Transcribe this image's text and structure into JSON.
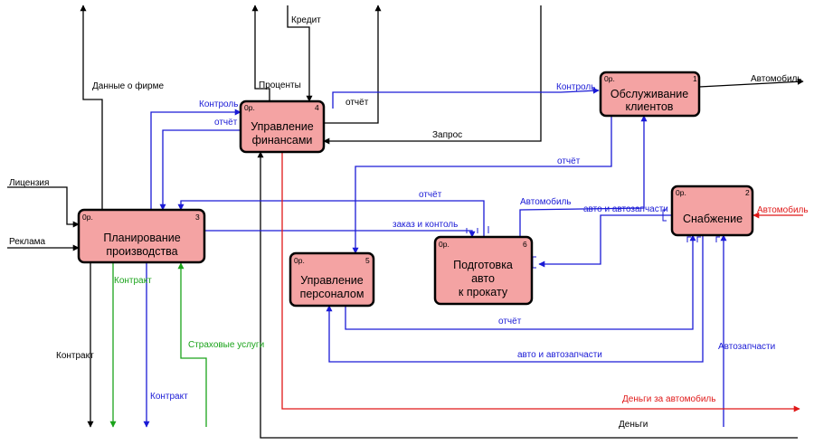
{
  "colors": {
    "box_fill": "#f4a3a3",
    "box_border": "#000000",
    "black": "#000000",
    "blue": "#1a1ad6",
    "green": "#1aa31a",
    "red": "#e01818"
  },
  "boxes": {
    "b1": {
      "title": [
        "Обслуживание",
        "клиентов"
      ],
      "op": "0р.",
      "num": "1"
    },
    "b2": {
      "title": [
        "Снабжение"
      ],
      "op": "0р.",
      "num": "2"
    },
    "b3": {
      "title": [
        "Планирование",
        "производства"
      ],
      "op": "0р.",
      "num": "3"
    },
    "b4": {
      "title": [
        "Управление",
        "финансами"
      ],
      "op": "0р.",
      "num": "4"
    },
    "b5": {
      "title": [
        "Управление",
        "персоналом"
      ],
      "op": "0р.",
      "num": "5"
    },
    "b6": {
      "title": [
        "Подготовка",
        "авто",
        "к прокату"
      ],
      "op": "0р.",
      "num": "6"
    }
  },
  "labels": {
    "dannye_o_firme": "Данные о фирме",
    "kredit": "Кредит",
    "procenty": "Проценты",
    "otchet_top": "отчёт",
    "kontrol_top": "Контроль",
    "avtomobil_out": "Автомобиль",
    "kontrol_fin": "Контроль",
    "otchet_fin": "отчёт",
    "zapros": "Запрос",
    "otchet_mid": "отчёт",
    "licenziya": "Лицензия",
    "reklama": "Реклама",
    "otchet_plan": "отчёт",
    "zakaz_i_kontrol": "заказ и контоль",
    "avtomobil_mid": "Автомобиль",
    "avto_i_zapchasti_top": "авто и автозапчасти",
    "avtomobil_red": "Автомобиль",
    "kontrakt_green": "Контракт",
    "strahovye_uslugi": "Страховые услуги",
    "kontrakt_black": "Контракт",
    "kontrakt_blue": "Контракт",
    "otchet_low": "отчёт",
    "avto_i_zapchasti_low": "авто и автозапчасти",
    "avtozapchasti": "Автозапчасти",
    "dengi_za_avtomobil": "Деньги за автомобиль",
    "dengi": "Деньги"
  }
}
